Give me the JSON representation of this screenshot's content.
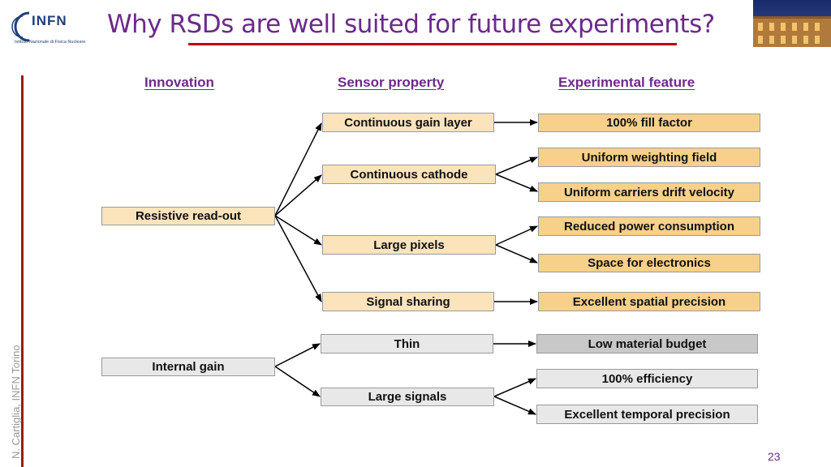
{
  "header": {
    "logo_text": "INFN",
    "logo_subtitle": "Istituto Nazionale di Fisica Nucleare",
    "title": "Why RSDs are well suited for future experiments?"
  },
  "footer": {
    "author": "N. Cartiglia,  INFN Torino",
    "page_number": "23"
  },
  "columns": {
    "innovation": "Innovation",
    "sensor_property": "Sensor property",
    "experimental_feature": "Experimental feature"
  },
  "innovation": {
    "resistive": "Resistive read-out",
    "internal_gain": "Internal gain"
  },
  "sensor": {
    "continuous_gain": "Continuous gain layer",
    "continuous_cathode": "Continuous cathode",
    "large_pixels": "Large pixels",
    "signal_sharing": "Signal sharing",
    "thin": "Thin",
    "large_signals": "Large signals"
  },
  "feature": {
    "fill_factor": "100% fill factor",
    "uniform_weighting": "Uniform weighting field",
    "uniform_drift": "Uniform carriers drift velocity",
    "reduced_power": "Reduced power consumption",
    "space_electronics": "Space for electronics",
    "spatial_precision": "Excellent spatial precision",
    "material_budget": "Low material budget",
    "efficiency": "100% efficiency",
    "temporal_precision": "Excellent temporal precision"
  },
  "colors": {
    "title": "#6b2a8a",
    "underline": "#c00000",
    "feature_orange": "#f7d08a",
    "sensor_peach": "#fbe3bc",
    "feature_grey": "#c8c8c8",
    "sensor_grey": "#e8e8e8"
  },
  "icons": {
    "logo": "infn-logo-icon",
    "corner": "building-photo-icon"
  }
}
